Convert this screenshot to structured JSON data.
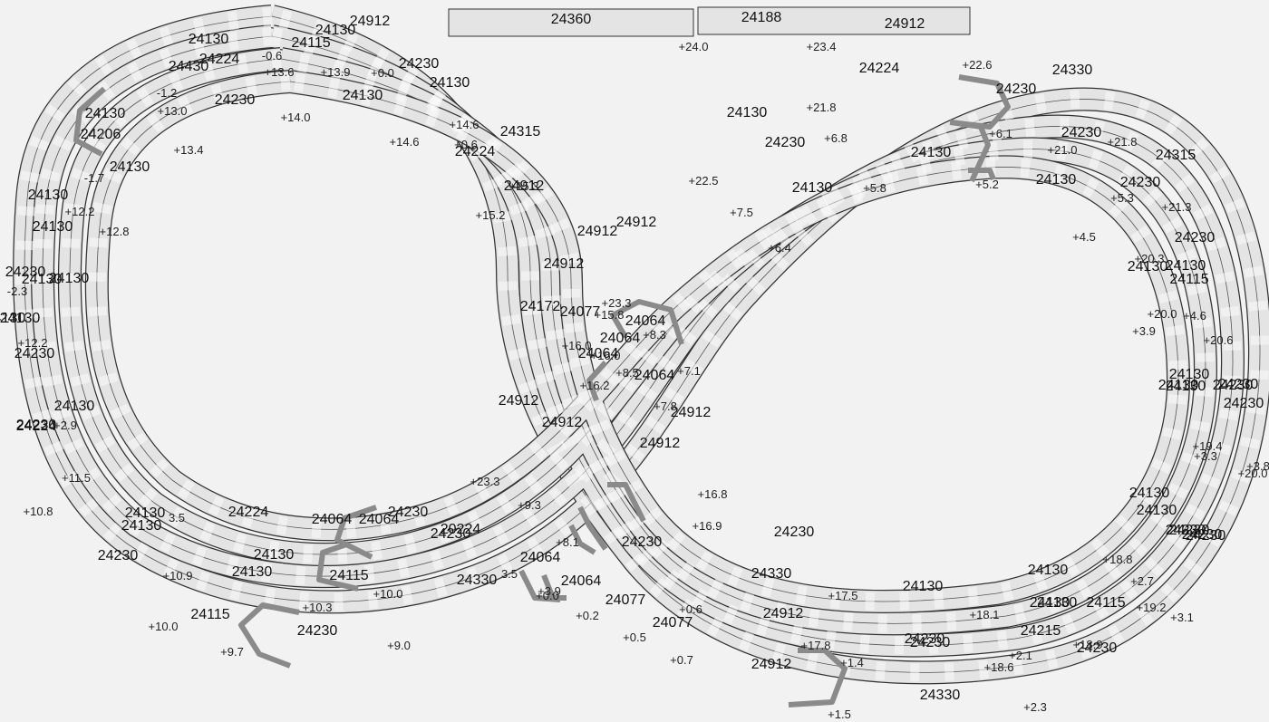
{
  "layout": {
    "colors": {
      "background": "#f3f2f2",
      "track_fill": "#e4e4e4",
      "track_border": "#333333",
      "rail_line": "#555555",
      "pier_gray": "#8a8a8a",
      "stripe_light": "#fafafa"
    },
    "top_straights": [
      {
        "id": "straight-24360",
        "label": "24360"
      },
      {
        "id": "straight-24188",
        "label": "24188"
      }
    ],
    "part_labels": [
      "24912",
      "24360",
      "24188",
      "24912",
      "24130",
      "24130",
      "24115",
      "24224",
      "24230",
      "24430",
      "24224",
      "24330",
      "24230",
      "24130",
      "24230",
      "24130",
      "24130",
      "24130",
      "24206",
      "24315",
      "24224",
      "24230",
      "24230",
      "24130",
      "24315",
      "24130",
      "24130",
      "24130",
      "24130",
      "24230",
      "24130",
      "24912",
      "24912",
      "24912",
      "24912",
      "24230",
      "24130",
      "24130",
      "24172",
      "24077",
      "24064",
      "24064",
      "24064",
      "24064",
      "24115",
      "24130",
      "24912",
      "24912",
      "24912",
      "24130",
      "24130",
      "24912",
      "24230",
      "24230",
      "24130",
      "24224",
      "24064",
      "24064",
      "24230",
      "20224",
      "24230",
      "24130",
      "24130",
      "24064",
      "24115",
      "24130",
      "24230",
      "24330",
      "24064",
      "24230",
      "24230",
      "24077",
      "24077",
      "24330",
      "24130",
      "24912",
      "24115",
      "24230",
      "24912",
      "24230",
      "24130",
      "24130",
      "24230",
      "24130",
      "24115",
      "24215",
      "24230",
      "24330",
      "24230",
      "24224",
      "24230",
      "24130",
      "24230",
      "24130",
      "24230",
      "24230",
      "24130",
      "24130",
      "24230",
      "24130",
      "24230",
      "24130",
      "24130",
      "24230"
    ],
    "height_labels": [
      "+24.0",
      "+23.4",
      "+22.6",
      "-0.6",
      "-1.2",
      "+13.6",
      "+13.9",
      "+0.0",
      "+13.0",
      "+14.0",
      "+21.8",
      "+6.8",
      "+6.1",
      "+14.6",
      "+0.6",
      "+14.6",
      "+13.4",
      "+21.8",
      "+21.0",
      "-1.7",
      "+15.3",
      "+22.5",
      "+5.8",
      "+5.2",
      "+12.2",
      "+15.2",
      "+7.5",
      "+5.3",
      "+21.3",
      "+12.8",
      "+6.4",
      "+4.5",
      "+20.3",
      "-2.3",
      "+23.3",
      "+15.8",
      "+20.0",
      "+4.6",
      "+12.2",
      "+16.0",
      "+8.3",
      "+3.9",
      "+20.6",
      "+7.1",
      "+16.0",
      "+8.5",
      "+16.2",
      "+7.8",
      "+2.9",
      "+19.4",
      "+3.3",
      "+3.8",
      "+20.0",
      "+11.5",
      "+23.3",
      "+16.8",
      "+10.8",
      "3.5",
      "+9.3",
      "+16.9",
      "+8.1",
      "+10.9",
      "+10.0",
      "3.5",
      "+3.9",
      "+0.0",
      "+18.8",
      "+2.7",
      "+10.3",
      "+17.5",
      "+18.1",
      "+19.2",
      "+3.1",
      "+10.0",
      "+0.2",
      "+0.6",
      "+9.7",
      "+9.0",
      "+0.5",
      "+17.8",
      "+1.4",
      "+2.1",
      "+18.6",
      "+18.9",
      "+0.7",
      "+1.5",
      "+2.3"
    ],
    "pier_count": 15
  }
}
